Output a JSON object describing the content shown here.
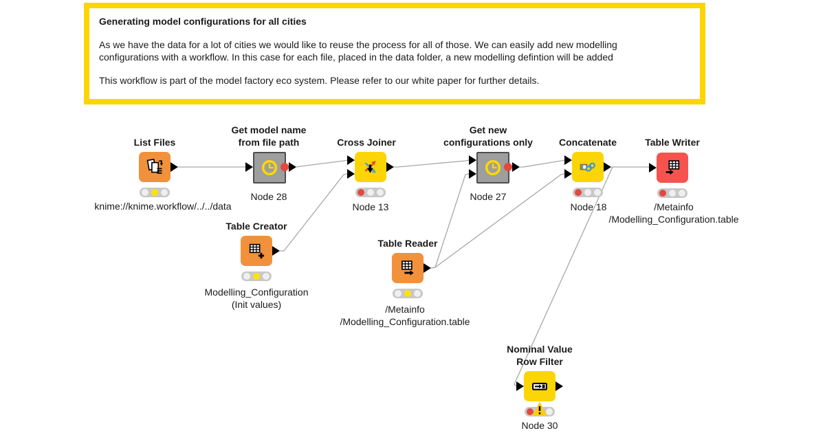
{
  "annotation": {
    "title": "Generating model configurations for all cities",
    "paragraph1": "As we have the data for a lot of cities we would like to reuse the process for all of those. We can easily add new modelling\nconfigurations with a workflow. In this case for each file, placed in the data folder, a new modelling defintion will be added",
    "paragraph2": "This workflow is part of the model factory eco system. Please refer to our white paper for further details."
  },
  "nodes": [
    {
      "id": "list-files",
      "title": "List Files",
      "caption": "knime://knime.workflow/../../data",
      "type": "source",
      "icon": "files-list-icon",
      "status": "configured-yellow"
    },
    {
      "id": "get-model-name",
      "title": "Get model name\nfrom file path",
      "caption": "Node 28",
      "type": "metanode",
      "icon": "clock-icon",
      "status": "metanode"
    },
    {
      "id": "cross-joiner",
      "title": "Cross Joiner",
      "caption": "Node 13",
      "type": "manipulator",
      "icon": "cross-arrows-icon",
      "status": "not-configured-red"
    },
    {
      "id": "table-creator",
      "title": "Table Creator",
      "caption": "Modelling_Configuration\n(Init values)",
      "type": "source",
      "icon": "table-plus-icon",
      "status": "configured-yellow"
    },
    {
      "id": "table-reader",
      "title": "Table Reader",
      "caption": "/Metainfo\n/Modelling_Configuration.table",
      "type": "source",
      "icon": "table-read-icon",
      "status": "configured-yellow"
    },
    {
      "id": "get-new-configs",
      "title": "Get new\nconfigurations only",
      "caption": "Node 27",
      "type": "metanode",
      "icon": "clock-icon",
      "status": "metanode"
    },
    {
      "id": "concatenate",
      "title": "Concatenate",
      "caption": "Node 18",
      "type": "manipulator",
      "icon": "concatenate-icon",
      "status": "not-configured-red"
    },
    {
      "id": "table-writer",
      "title": "Table Writer",
      "caption": "/Metainfo\n/Modelling_Configuration.table",
      "type": "sink",
      "icon": "table-write-icon",
      "status": "not-configured-red"
    },
    {
      "id": "nominal-row-filter",
      "title": "Nominal Value\nRow Filter",
      "caption": "Node 30",
      "type": "manipulator",
      "icon": "row-filter-icon",
      "status": "not-configured-red-warning"
    }
  ],
  "connections": [
    {
      "from": "list-files",
      "to": "get-model-name"
    },
    {
      "from": "get-model-name",
      "to": "cross-joiner.in1"
    },
    {
      "from": "table-creator",
      "to": "cross-joiner.in2"
    },
    {
      "from": "cross-joiner",
      "to": "get-new-configs.in1"
    },
    {
      "from": "table-reader",
      "to": "get-new-configs.in2"
    },
    {
      "from": "table-reader",
      "to": "concatenate.in2"
    },
    {
      "from": "get-new-configs",
      "to": "concatenate.in1"
    },
    {
      "from": "concatenate",
      "to": "table-writer"
    },
    {
      "from": "concatenate",
      "to": "nominal-row-filter"
    }
  ],
  "colors": {
    "annotation_border": "#FFD500",
    "node_orange": "#F2913B",
    "node_yellow": "#FBD505",
    "node_red": "#F4544D",
    "metanode_grey": "#9E9E9E",
    "status_red": "#E3483F",
    "status_yellow": "#FFE207",
    "warning_yellow": "#FFCC17",
    "connection_grey": "#A7A7A7"
  }
}
